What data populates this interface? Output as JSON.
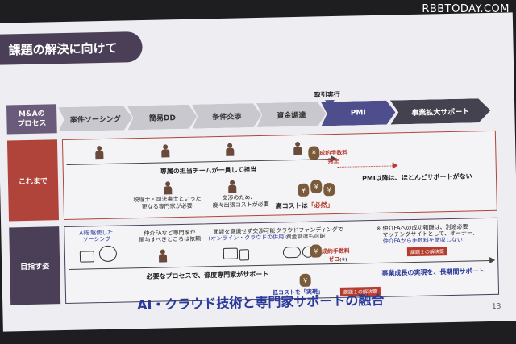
{
  "watermark": "RBBTODAY.COM",
  "title": "課題の解決に向けて",
  "stage_label": [
    "M&Aの",
    "プロセス"
  ],
  "stages": [
    "案件ソーシング",
    "簡易DD",
    "条件交渉",
    "資金調達",
    "PMI",
    "事業拡大サポート"
  ],
  "marker": "取引実行",
  "rows": {
    "current": {
      "label": "これまで",
      "team_line": "専属の担当チームが一貫して担当",
      "fee_text_1": "成約手数料",
      "fee_text_2": "発生",
      "pmi_text": "PMI以降は、ほとんどサポートがない",
      "expert_text_1": "税理士・司法書士といった",
      "expert_text_2": "更なる専門家が必要",
      "travel_text_1": "交渉のため、",
      "travel_text_2": "度々出張コストが必要",
      "cost_prefix": "高コストは",
      "cost_emph": "「必然」"
    },
    "target": {
      "label": "目指す姿",
      "ai_text_1": "AIを駆使した",
      "ai_text_2": "ソーシング",
      "fa_text_1": "仲介FAなど専門家が",
      "fa_text_2": "関与すべきところは依頼",
      "online_text_1": "面談を意識せず交渉可能",
      "online_text_2": "(オンライン・クラウドの併用)",
      "crowd_text_1": "クラウドファンディングで",
      "crowd_text_2": "資金調達も可能",
      "fee_zero_1": "成約手数料",
      "fee_zero_2": "ゼロ",
      "fee_zero_note": "(※)",
      "note_1": "※ 仲介FAへの成功報酬は、別途必要",
      "note_2": "マッチングサイトとして、オーナー、",
      "note_3": "仲介FAから手数料を徴収しない",
      "badge_2": "課題２の解決策",
      "support_line": "必要なプロセスで、都度専門家がサポート",
      "growth_text": "事業成長の実現を、長期間サポート",
      "low_cost": "低コストを「実現」",
      "badge_1": "課題１の解決策"
    }
  },
  "footer": "AI・クラウド技術と専門家サポートの融合",
  "page_number": "13"
}
